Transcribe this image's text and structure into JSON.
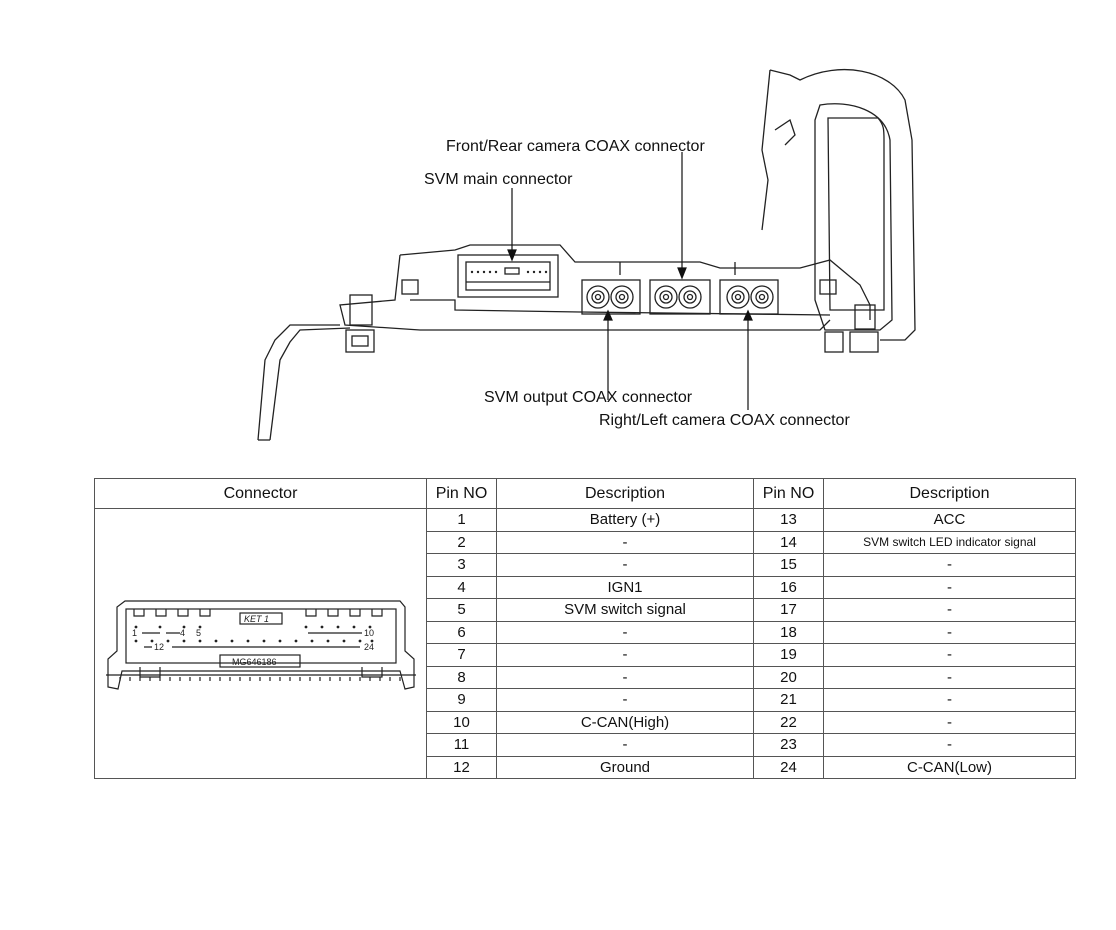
{
  "callouts": {
    "front_rear": "Front/Rear camera COAX connector",
    "svm_main": "SVM main connector",
    "svm_output": "SVM output COAX connector",
    "right_left": "Right/Left camera COAX connector"
  },
  "connector_drawing": {
    "code_label": "KET 1",
    "part_label": "MG646186",
    "pin_1": "1",
    "pin_4": "4",
    "pin_5": "5",
    "pin_10": "10",
    "pin_12": "12",
    "pin_24": "24"
  },
  "table": {
    "headers": [
      "Connector",
      "Pin NO",
      "Description",
      "Pin NO",
      "Description"
    ],
    "rows": [
      {
        "pin": "1",
        "desc": "Battery (+)",
        "pin2": "13",
        "desc2": "ACC"
      },
      {
        "pin": "2",
        "desc": "-",
        "pin2": "14",
        "desc2": "SVM switch LED indicator signal"
      },
      {
        "pin": "3",
        "desc": "-",
        "pin2": "15",
        "desc2": "-"
      },
      {
        "pin": "4",
        "desc": "IGN1",
        "pin2": "16",
        "desc2": "-"
      },
      {
        "pin": "5",
        "desc": "SVM switch signal",
        "pin2": "17",
        "desc2": "-"
      },
      {
        "pin": "6",
        "desc": "-",
        "pin2": "18",
        "desc2": "-"
      },
      {
        "pin": "7",
        "desc": "-",
        "pin2": "19",
        "desc2": "-"
      },
      {
        "pin": "8",
        "desc": "-",
        "pin2": "20",
        "desc2": "-"
      },
      {
        "pin": "9",
        "desc": "-",
        "pin2": "21",
        "desc2": "-"
      },
      {
        "pin": "10",
        "desc": "C-CAN(High)",
        "pin2": "22",
        "desc2": "-"
      },
      {
        "pin": "11",
        "desc": "-",
        "pin2": "23",
        "desc2": "-"
      },
      {
        "pin": "12",
        "desc": "Ground",
        "pin2": "24",
        "desc2": "C-CAN(Low)"
      }
    ]
  }
}
